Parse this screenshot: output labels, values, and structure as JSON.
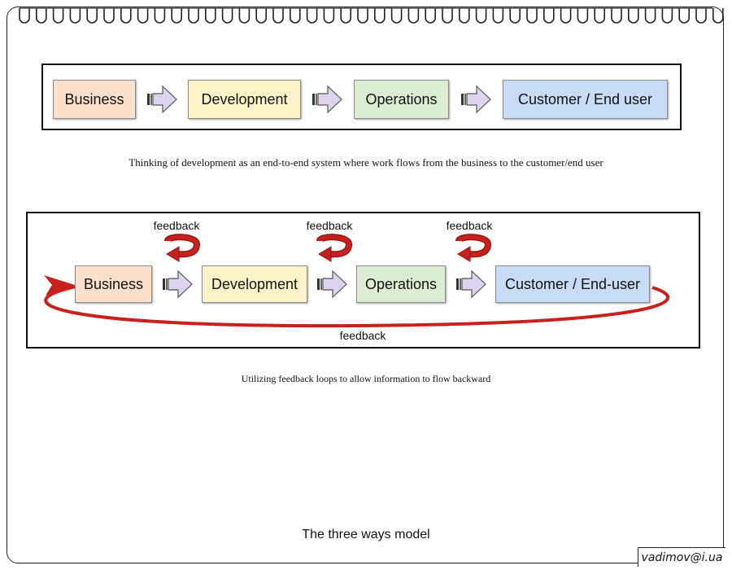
{
  "diagram1": {
    "boxes": [
      {
        "label": "Business",
        "color": "#fbe1cc"
      },
      {
        "label": "Development",
        "color": "#fdf3c9"
      },
      {
        "label": "Operations",
        "color": "#dbeed4"
      },
      {
        "label": "Customer / End user",
        "color": "#c9dcf7"
      }
    ],
    "caption": "Thinking of development as an end-to-end system where work flows from the business to the customer/end user"
  },
  "diagram2": {
    "boxes": [
      {
        "label": "Business",
        "color": "#fbe1cc"
      },
      {
        "label": "Development",
        "color": "#fdf3c9"
      },
      {
        "label": "Operations",
        "color": "#dbeed4"
      },
      {
        "label": "Customer / End-user",
        "color": "#c9dcf7"
      }
    ],
    "feedback_labels": [
      "feedback",
      "feedback",
      "feedback"
    ],
    "loop_label": "feedback",
    "feedback_color": "#c8201c",
    "caption": "Utilizing feedback loops to allow information to flow backward"
  },
  "title": "The three ways model",
  "watermark": "vadimov@i.ua",
  "arrow_color": "#ddd3ee"
}
